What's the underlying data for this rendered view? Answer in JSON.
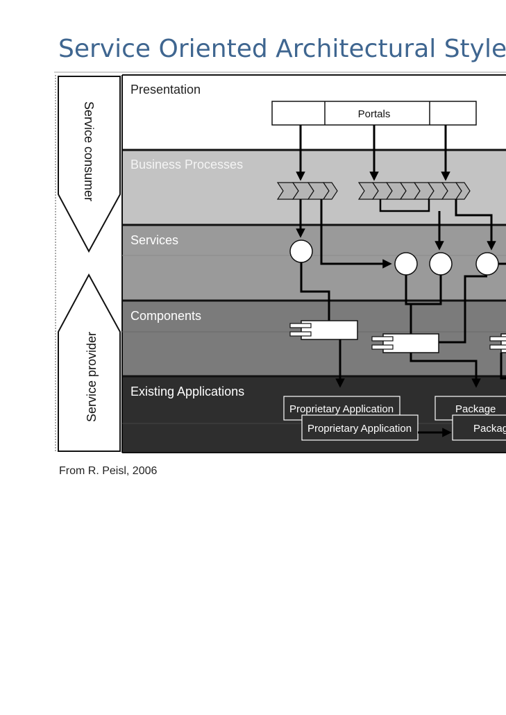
{
  "slide": {
    "title": "Service Oriented Architectural Style",
    "caption": "From R. Peisl, 2006"
  },
  "sides": {
    "consumer": "Service consumer",
    "provider": "Service provider"
  },
  "layers": [
    {
      "name": "Presentation",
      "fill": "#ffffff",
      "label_color": "#222222"
    },
    {
      "name": "Business Processes",
      "fill": "#c3c3c3",
      "label_color": "#f4f4f4"
    },
    {
      "name": "Services",
      "fill": "#9a9a9a",
      "label_color": "#ffffff"
    },
    {
      "name": "Components",
      "fill": "#7b7b7b",
      "label_color": "#ffffff"
    },
    {
      "name": "Existing Applications",
      "fill": "#2e2e2e",
      "label_color": "#ffffff"
    }
  ],
  "nodes": {
    "portals": "Portals",
    "apps": [
      "Proprietary Application",
      "Proprietary Application",
      "Package",
      "Package"
    ]
  }
}
